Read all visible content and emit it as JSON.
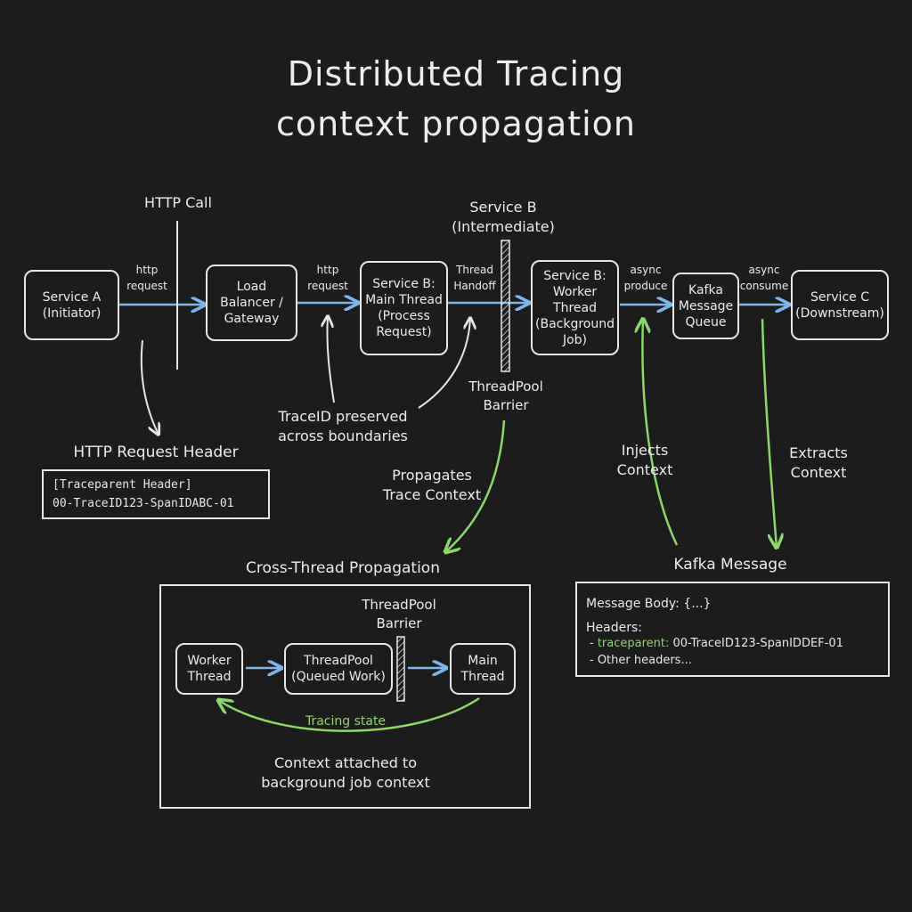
{
  "title": {
    "line1": "Distributed Tracing",
    "line2": "context propagation"
  },
  "nodes": {
    "service_a": "Service A\n(Initiator)",
    "load_balancer": "Load\nBalancer /\nGateway",
    "main_thread": "Service B:\nMain Thread\n(Process\nRequest)",
    "worker_thread": "Service B:\nWorker\nThread\n(Background\nJob)",
    "kafka_queue": "Kafka\nMessage\nQueue",
    "service_c": "Service C\n(Downstream)"
  },
  "edge_labels": {
    "http_call": "HTTP Call",
    "http_request_1": "http\nrequest",
    "http_request_2": "http\nrequest",
    "thread_handoff": "Thread\nHandoff",
    "async_produce": "async\nproduce",
    "async_consume": "async\nconsume"
  },
  "service_b_label": "Service B\n(Intermediate)",
  "threadpool_barrier": "ThreadPool\nBarrier",
  "annotations": {
    "traceid_preserved": "TraceID preserved\nacross boundaries",
    "propagates": "Propagates\nTrace Context",
    "injects": "Injects\nContext",
    "extracts": "Extracts\nContext"
  },
  "http_header": {
    "title": "HTTP Request Header",
    "line1": "[Traceparent Header]",
    "line2": "00-TraceID123-SpanIDABC-01"
  },
  "cross_thread": {
    "title": "Cross-Thread Propagation",
    "worker": "Worker\nThread",
    "queued": "ThreadPool\n(Queued Work)",
    "barrier": "ThreadPool\nBarrier",
    "main": "Main\nThread",
    "tracing_state": "Tracing state",
    "caption": "Context attached to\nbackground job context"
  },
  "kafka_message": {
    "title": "Kafka Message",
    "body": "Message Body: {...}",
    "headers": "Headers:",
    "traceparent_key": "traceparent:",
    "traceparent_value": "00-TraceID123-SpanIDDEF-01",
    "other": "- Other headers..."
  },
  "colors": {
    "background": "#1c1c1c",
    "chalk": "#e6e6e6",
    "flow_blue": "#7fb6ea",
    "context_green": "#8cd66b"
  }
}
